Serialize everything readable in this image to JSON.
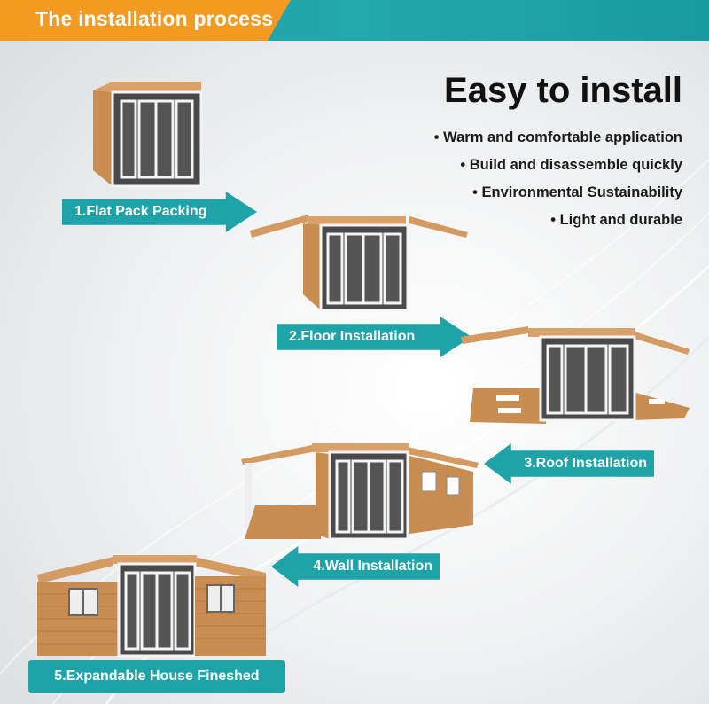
{
  "header": {
    "title": "The installation process"
  },
  "hero": {
    "title": "Easy to install"
  },
  "features": [
    "• Warm and  comfortable application",
    "• Build and disassemble quickly",
    "• Environmental Sustainability",
    "• Light and durable"
  ],
  "steps": [
    {
      "label": "1.Flat Pack Packing"
    },
    {
      "label": "2.Floor Installation"
    },
    {
      "label": "3.Roof Installation"
    },
    {
      "label": "4.Wall Installation"
    },
    {
      "label": "5.Expandable House Fineshed"
    }
  ],
  "colors": {
    "header_bar": "#1ea3a9",
    "header_tab": "#f39a22",
    "step_badge": "#1ea3a9",
    "wood": "#c98d52",
    "panel_dark": "#4a4a4c"
  }
}
